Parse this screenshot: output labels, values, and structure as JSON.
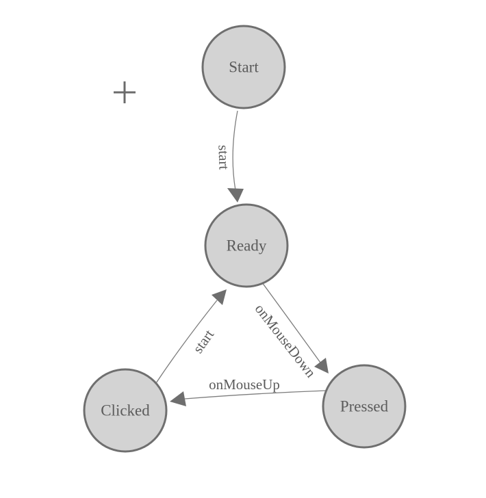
{
  "diagram": {
    "type": "state-machine",
    "nodes": [
      {
        "id": "start",
        "label": "Start"
      },
      {
        "id": "ready",
        "label": "Ready"
      },
      {
        "id": "clicked",
        "label": "Clicked"
      },
      {
        "id": "pressed",
        "label": "Pressed"
      }
    ],
    "edges": [
      {
        "from": "Start",
        "to": "Ready",
        "label": "start"
      },
      {
        "from": "Ready",
        "to": "Pressed",
        "label": "onMouseDown"
      },
      {
        "from": "Pressed",
        "to": "Clicked",
        "label": "onMouseUp"
      },
      {
        "from": "Clicked",
        "to": "Ready",
        "label": "start"
      }
    ],
    "colors": {
      "node_fill": "#d3d3d3",
      "node_stroke": "#6f6f6f",
      "label_text": "#5b5b5b",
      "edge_stroke": "#7d7d7d",
      "arrow_fill": "#6e6e6e",
      "crosshair": "#6b6b6b",
      "background": "#ffffff"
    }
  }
}
